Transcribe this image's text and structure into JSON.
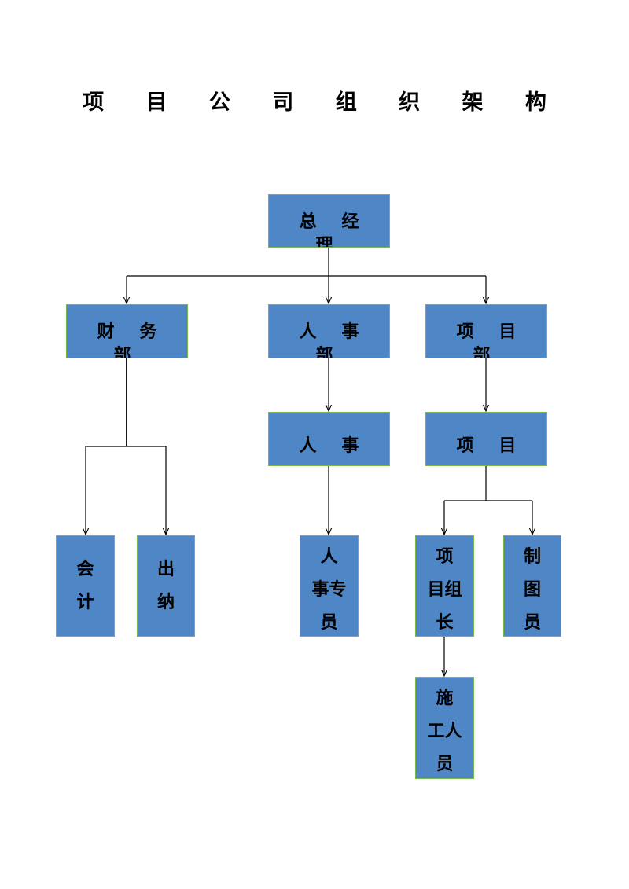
{
  "title": "项 目 公 司 组 织 架 构",
  "colors": {
    "box_fill": "#4f86c6",
    "box_border": "#7ab648",
    "connector": "#000000"
  },
  "nodes": {
    "general_manager": {
      "label": "总 经 理"
    },
    "finance_dept": {
      "label": "财 务 部"
    },
    "hr_dept": {
      "label": "人 事 部"
    },
    "project_dept": {
      "label": "项 目 部"
    },
    "hr_manager": {
      "label": "人 事 经\n理"
    },
    "project_manager": {
      "label": "项 目 经\n理"
    },
    "accountant": {
      "label": "会\n计"
    },
    "cashier": {
      "label": "出\n纳"
    },
    "hr_specialist": {
      "label": "人\n事专\n员"
    },
    "project_team_leader": {
      "label": "项\n目组\n长"
    },
    "drafter": {
      "label": "制\n图\n员"
    },
    "construction_staff": {
      "label": "施\n工人\n员"
    }
  }
}
